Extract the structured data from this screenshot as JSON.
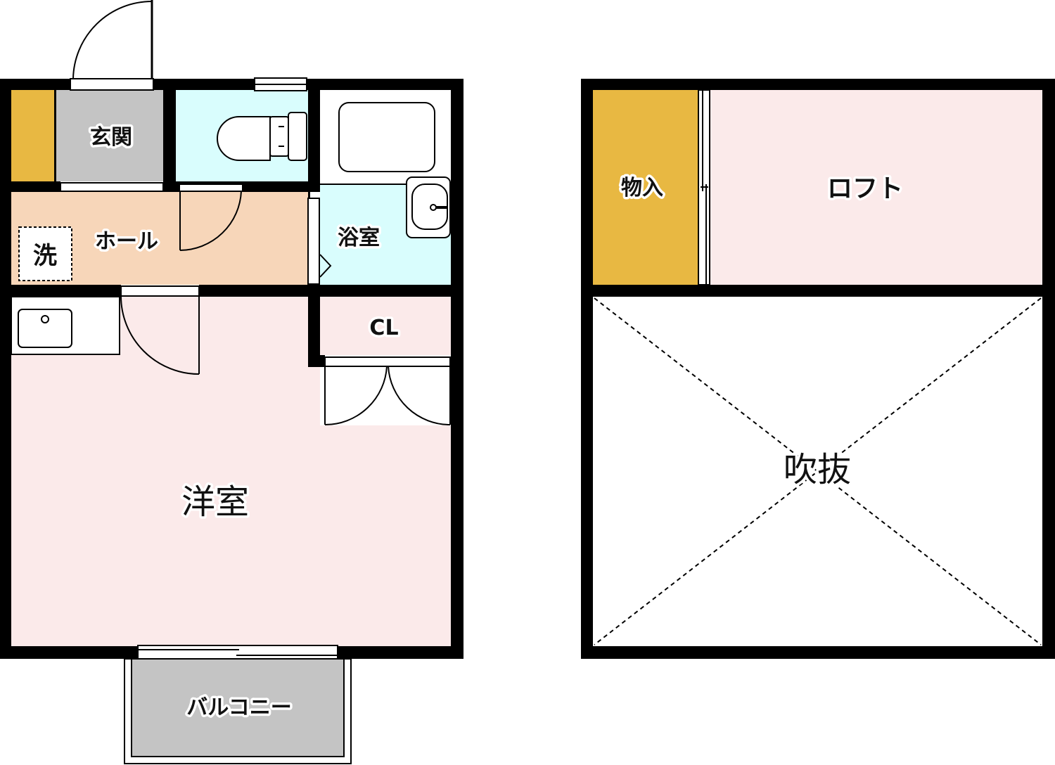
{
  "colors": {
    "wall": "#000000",
    "storage": "#e8b842",
    "entrance": "#c4c4c4",
    "toilet": "#d9fdfd",
    "bath": "#d9fdfd",
    "hall": "#f7d6b9",
    "western_room": "#fbeaea",
    "loft": "#fbeaea",
    "balcony": "#c4c4c4",
    "void": "#ffffff"
  },
  "rooms": {
    "entrance": "玄関",
    "hall": "ホール",
    "washer": "洗",
    "bath": "浴室",
    "closet": "CL",
    "western_room": "洋室",
    "balcony": "バルコニー",
    "storage": "物入",
    "loft": "ロフト",
    "void": "吹抜"
  }
}
